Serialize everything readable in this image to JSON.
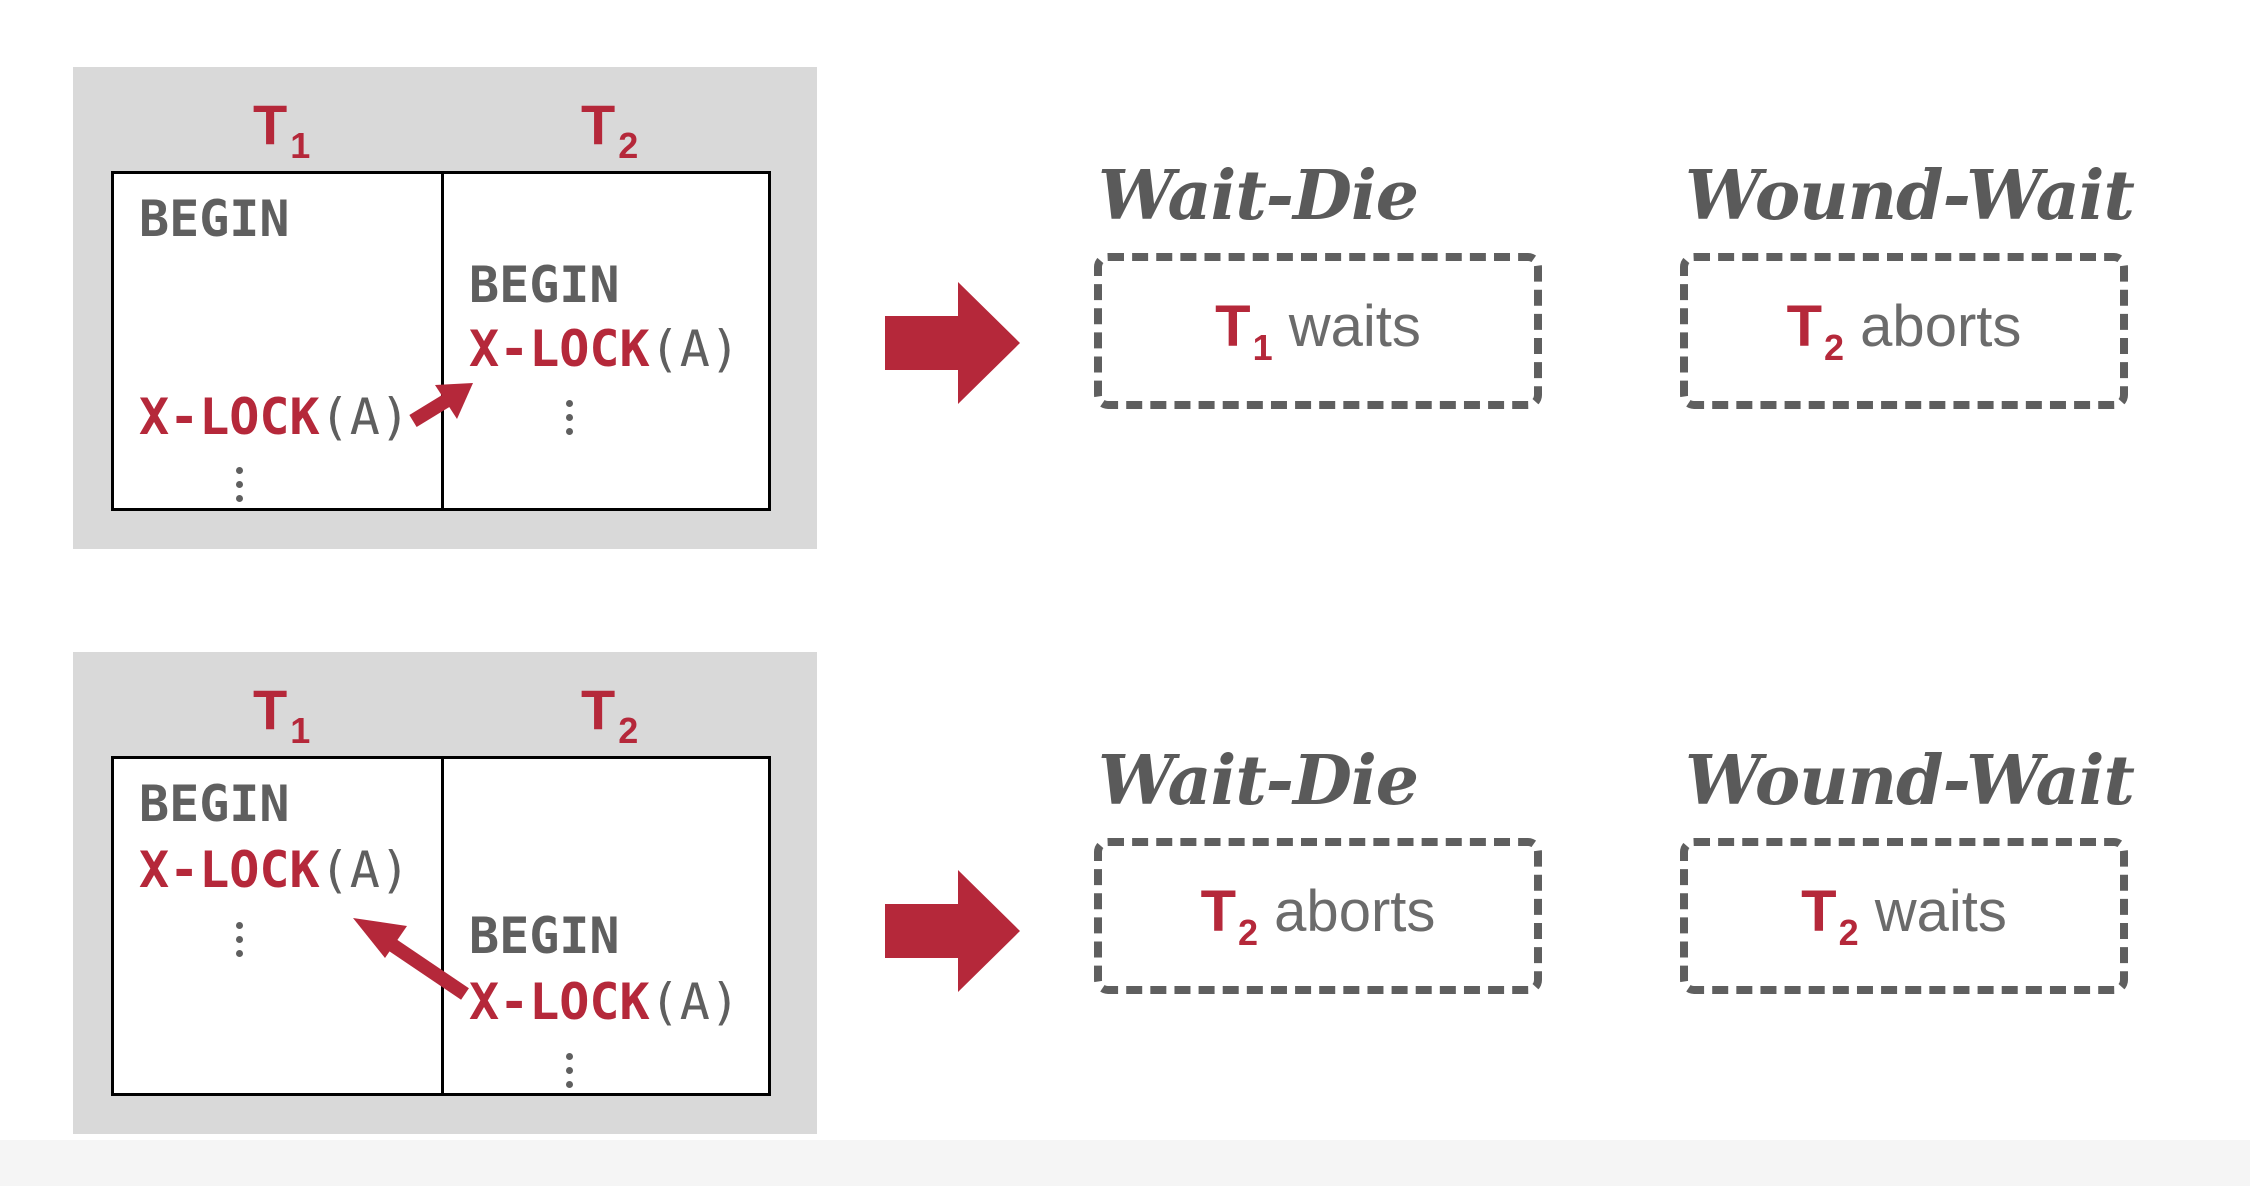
{
  "scenarios": [
    {
      "t1_label": "T",
      "t2_label": "T",
      "t1_sub": "1",
      "t2_sub": "2",
      "t1_ops": {
        "begin": "BEGIN",
        "lock": "X-LOCK",
        "arg": "(A)"
      },
      "t2_ops": {
        "begin": "BEGIN",
        "lock": "X-LOCK",
        "arg": "(A)"
      },
      "wait_die": {
        "title": "Wait-Die",
        "who": "T",
        "sub": "1",
        "action": " waits"
      },
      "wound_wait": {
        "title": "Wound-Wait",
        "who": "T",
        "sub": "2",
        "action": " aborts"
      }
    },
    {
      "t1_label": "T",
      "t2_label": "T",
      "t1_sub": "1",
      "t2_sub": "2",
      "t1_ops": {
        "begin": "BEGIN",
        "lock": "X-LOCK",
        "arg": "(A)"
      },
      "t2_ops": {
        "begin": "BEGIN",
        "lock": "X-LOCK",
        "arg": "(A)"
      },
      "wait_die": {
        "title": "Wait-Die",
        "who": "T",
        "sub": "2",
        "action": " aborts"
      },
      "wound_wait": {
        "title": "Wound-Wait",
        "who": "T",
        "sub": "2",
        "action": " waits"
      }
    }
  ],
  "colors": {
    "accent": "#b5283a",
    "text_gray": "#5f5f5f",
    "panel": "#d9d9d9"
  }
}
